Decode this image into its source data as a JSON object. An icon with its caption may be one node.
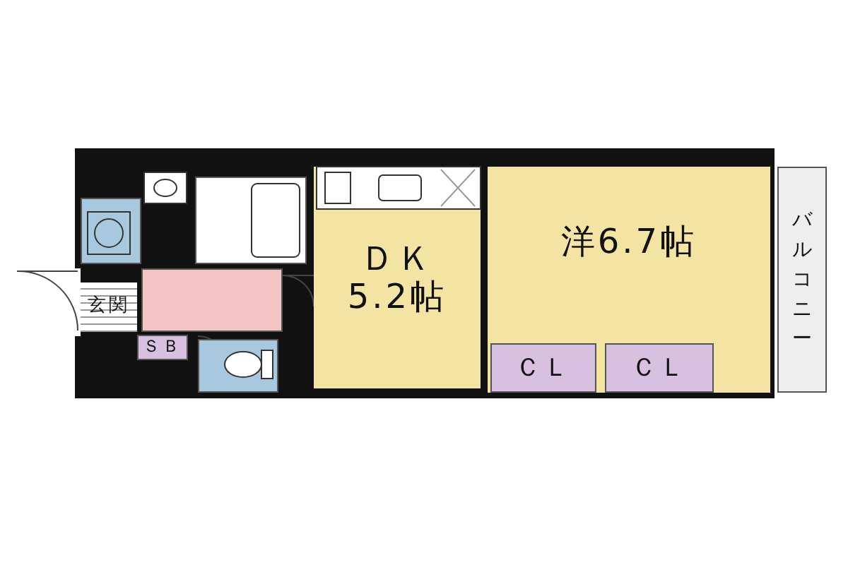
{
  "diagram": {
    "nodes": [
      {
        "text": [],
        "shape": "box"
      },
      {
        "text": [],
        "shape": "box"
      },
      {
        "text": [
          "ＤＫ",
          "5.2帖"
        ]
      },
      {
        "text": [
          "洋6.7帖"
        ]
      },
      {
        "text": [
          "ＣＬ"
        ],
        "in": 3
      },
      {
        "text": [
          "ＣＬ"
        ],
        "in": 3
      },
      {
        "text": [
          "バルコニー"
        ]
      },
      {
        "text": [
          "玄関"
        ]
      },
      {
        "text": [],
        "shape": "box"
      },
      {
        "text": [
          "ＳＢ"
        ]
      },
      {
        "text": [],
        "shape": "box"
      }
    ]
  }
}
